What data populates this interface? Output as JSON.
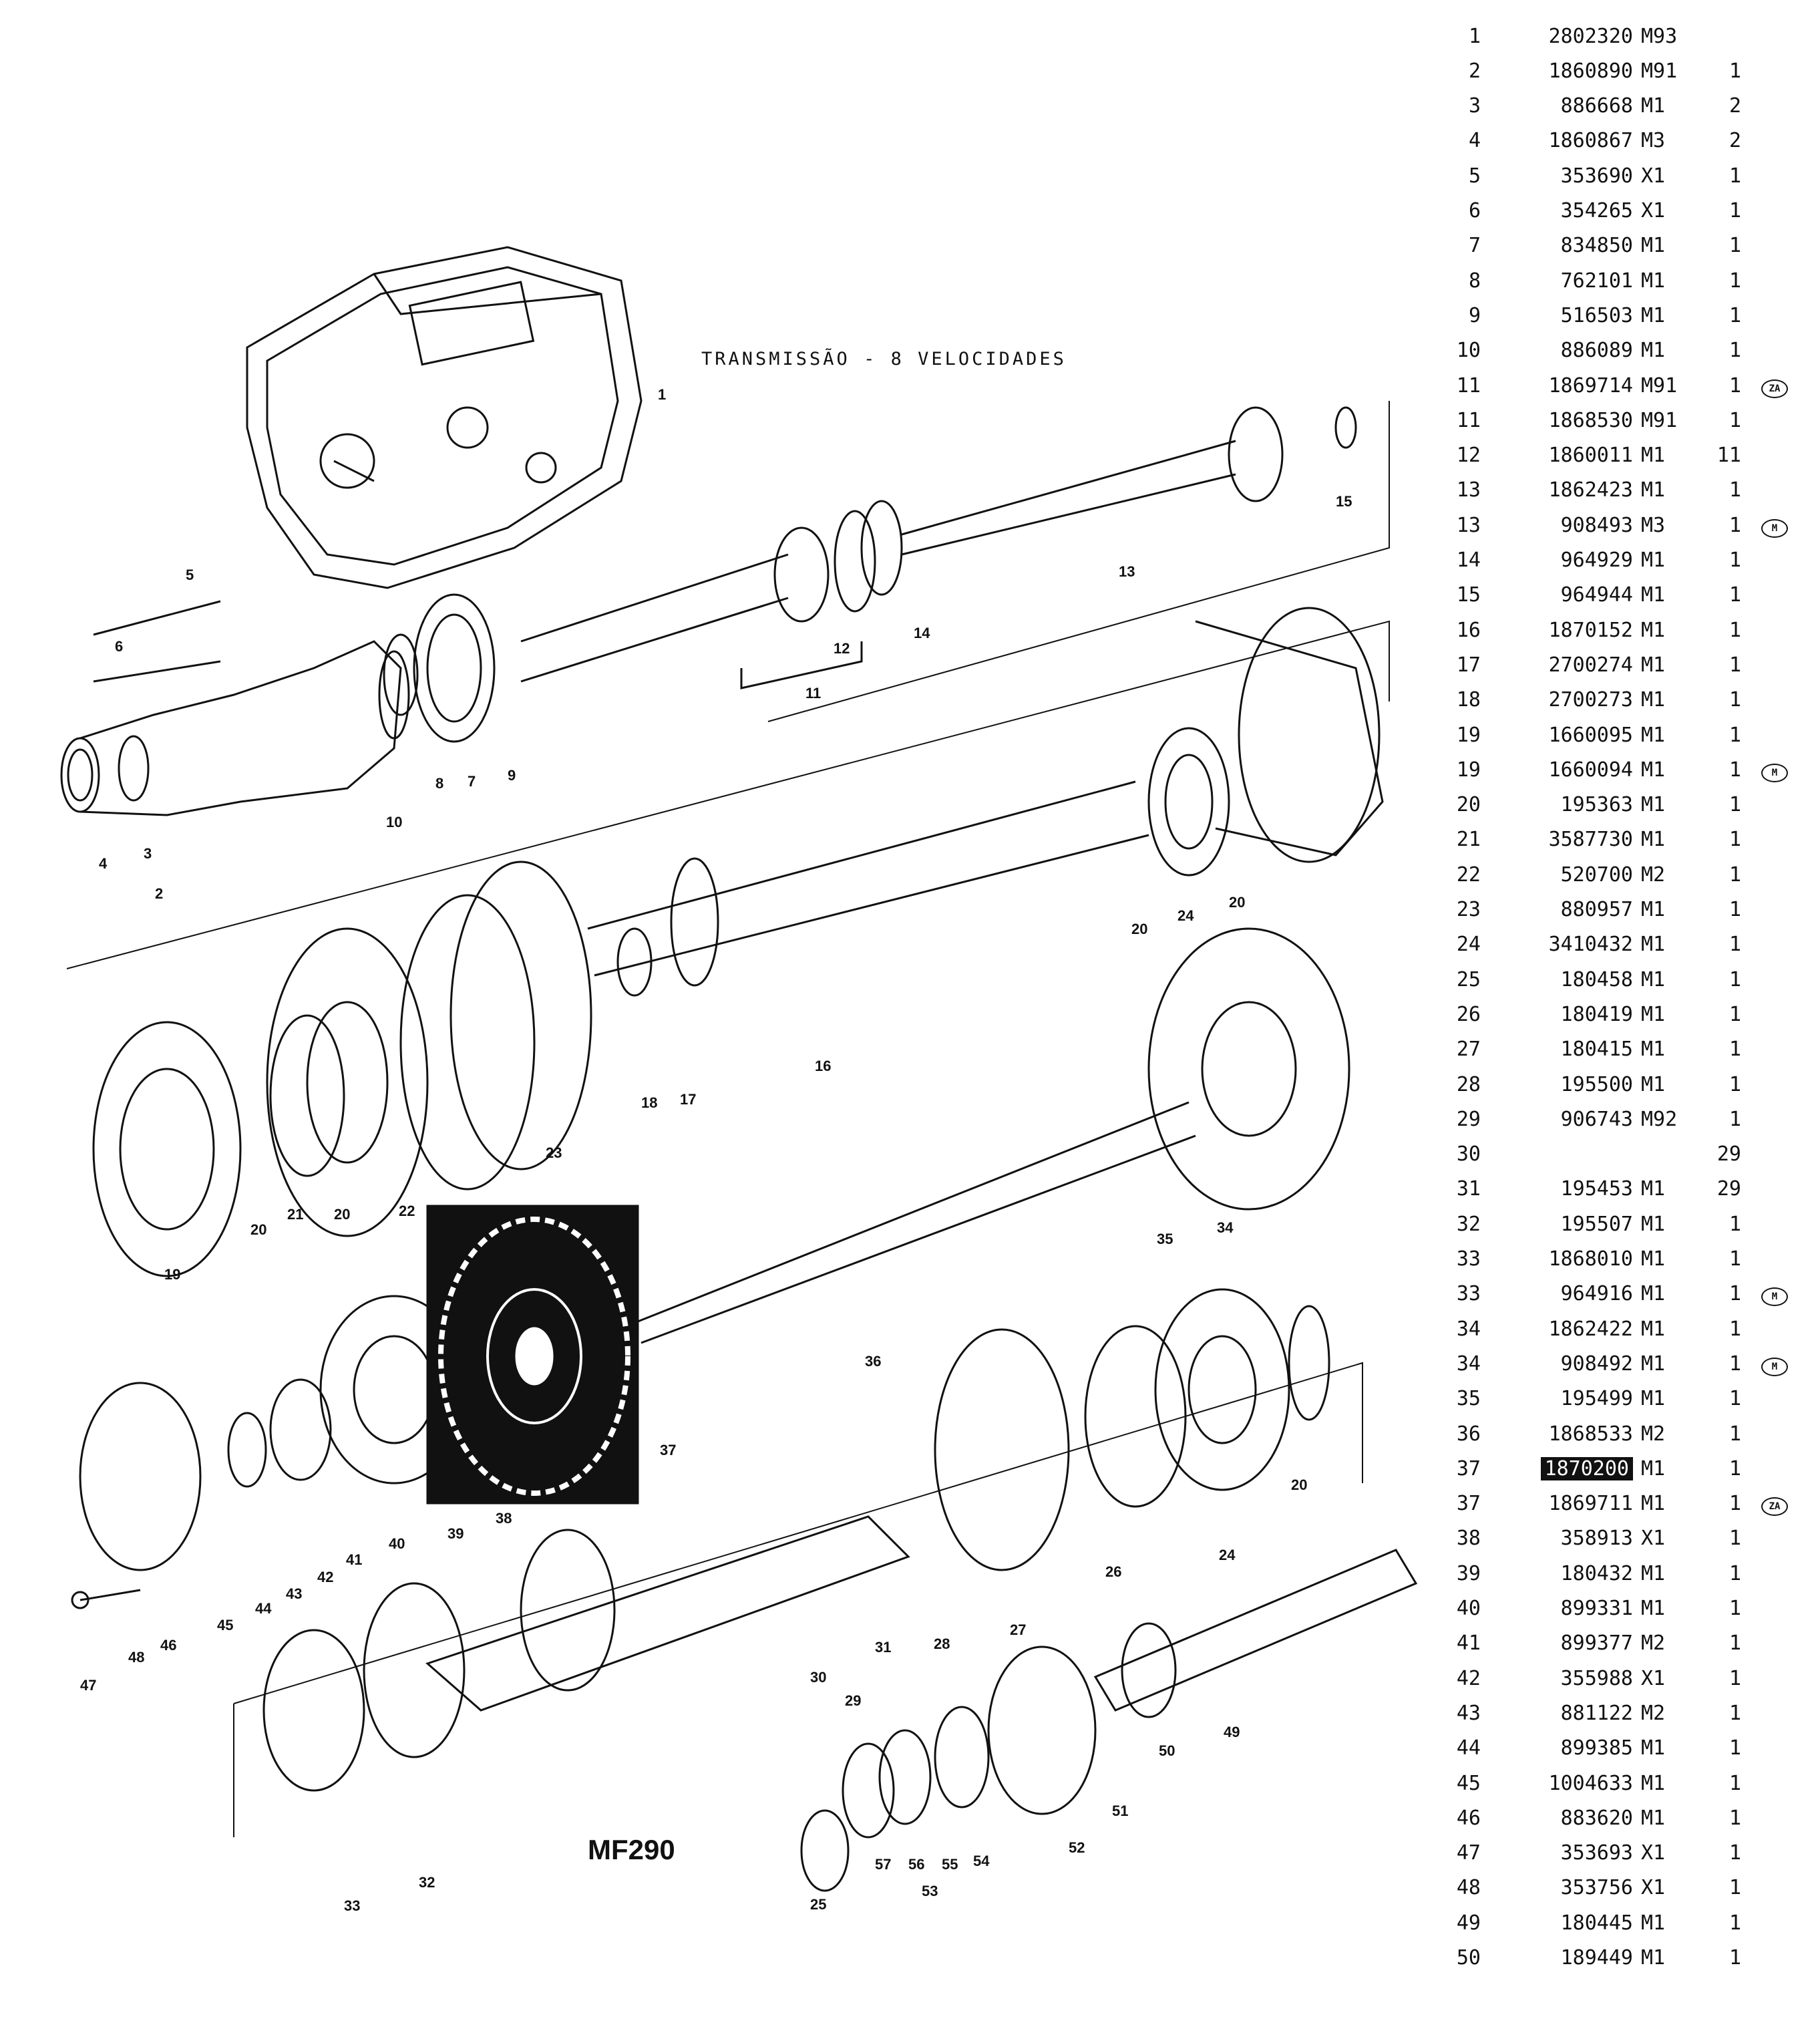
{
  "diagram": {
    "title": "TRANSMISSÃO - 8 VELOCIDADES",
    "model": "MF290",
    "callouts": [
      "1",
      "2",
      "3",
      "4",
      "5",
      "6",
      "7",
      "8",
      "9",
      "10",
      "11",
      "12",
      "13",
      "14",
      "15",
      "16",
      "17",
      "18",
      "19",
      "20",
      "20",
      "20",
      "20",
      "20",
      "21",
      "22",
      "23",
      "24",
      "24",
      "25",
      "26",
      "27",
      "28",
      "29",
      "30",
      "31",
      "32",
      "33",
      "34",
      "35",
      "36",
      "37",
      "38",
      "39",
      "40",
      "41",
      "42",
      "43",
      "44",
      "45",
      "46",
      "47",
      "48",
      "49",
      "50",
      "51",
      "52",
      "53",
      "54",
      "55",
      "56",
      "57"
    ]
  },
  "parts_list": [
    {
      "ref": "1",
      "part": "2802320",
      "code": "M93",
      "qty": "",
      "note": ""
    },
    {
      "ref": "2",
      "part": "1860890",
      "code": "M91",
      "qty": "1",
      "note": ""
    },
    {
      "ref": "3",
      "part": "886668",
      "code": "M1",
      "qty": "2",
      "note": ""
    },
    {
      "ref": "4",
      "part": "1860867",
      "code": "M3",
      "qty": "2",
      "note": ""
    },
    {
      "ref": "5",
      "part": "353690",
      "code": "X1",
      "qty": "1",
      "note": ""
    },
    {
      "ref": "6",
      "part": "354265",
      "code": "X1",
      "qty": "1",
      "note": ""
    },
    {
      "ref": "7",
      "part": "834850",
      "code": "M1",
      "qty": "1",
      "note": ""
    },
    {
      "ref": "8",
      "part": "762101",
      "code": "M1",
      "qty": "1",
      "note": ""
    },
    {
      "ref": "9",
      "part": "516503",
      "code": "M1",
      "qty": "1",
      "note": ""
    },
    {
      "ref": "10",
      "part": "886089",
      "code": "M1",
      "qty": "1",
      "note": ""
    },
    {
      "ref": "11",
      "part": "1869714",
      "code": "M91",
      "qty": "1",
      "note": "ZA"
    },
    {
      "ref": "11",
      "part": "1868530",
      "code": "M91",
      "qty": "1",
      "note": ""
    },
    {
      "ref": "12",
      "part": "1860011",
      "code": "M1",
      "qty": "11",
      "note": ""
    },
    {
      "ref": "13",
      "part": "1862423",
      "code": "M1",
      "qty": "1",
      "note": ""
    },
    {
      "ref": "13",
      "part": "908493",
      "code": "M3",
      "qty": "1",
      "note": "M"
    },
    {
      "ref": "14",
      "part": "964929",
      "code": "M1",
      "qty": "1",
      "note": ""
    },
    {
      "ref": "15",
      "part": "964944",
      "code": "M1",
      "qty": "1",
      "note": ""
    },
    {
      "ref": "16",
      "part": "1870152",
      "code": "M1",
      "qty": "1",
      "note": ""
    },
    {
      "ref": "17",
      "part": "2700274",
      "code": "M1",
      "qty": "1",
      "note": ""
    },
    {
      "ref": "18",
      "part": "2700273",
      "code": "M1",
      "qty": "1",
      "note": ""
    },
    {
      "ref": "19",
      "part": "1660095",
      "code": "M1",
      "qty": "1",
      "note": ""
    },
    {
      "ref": "19",
      "part": "1660094",
      "code": "M1",
      "qty": "1",
      "note": "M"
    },
    {
      "ref": "20",
      "part": "195363",
      "code": "M1",
      "qty": "1",
      "note": ""
    },
    {
      "ref": "21",
      "part": "3587730",
      "code": "M1",
      "qty": "1",
      "note": ""
    },
    {
      "ref": "22",
      "part": "520700",
      "code": "M2",
      "qty": "1",
      "note": ""
    },
    {
      "ref": "23",
      "part": "880957",
      "code": "M1",
      "qty": "1",
      "note": ""
    },
    {
      "ref": "24",
      "part": "3410432",
      "code": "M1",
      "qty": "1",
      "note": ""
    },
    {
      "ref": "25",
      "part": "180458",
      "code": "M1",
      "qty": "1",
      "note": ""
    },
    {
      "ref": "26",
      "part": "180419",
      "code": "M1",
      "qty": "1",
      "note": ""
    },
    {
      "ref": "27",
      "part": "180415",
      "code": "M1",
      "qty": "1",
      "note": ""
    },
    {
      "ref": "28",
      "part": "195500",
      "code": "M1",
      "qty": "1",
      "note": ""
    },
    {
      "ref": "29",
      "part": "906743",
      "code": "M92",
      "qty": "1",
      "note": ""
    },
    {
      "ref": "30",
      "part": "",
      "code": "",
      "qty": "29",
      "note": ""
    },
    {
      "ref": "31",
      "part": "195453",
      "code": "M1",
      "qty": "29",
      "note": ""
    },
    {
      "ref": "32",
      "part": "195507",
      "code": "M1",
      "qty": "1",
      "note": ""
    },
    {
      "ref": "33",
      "part": "1868010",
      "code": "M1",
      "qty": "1",
      "note": ""
    },
    {
      "ref": "33",
      "part": "964916",
      "code": "M1",
      "qty": "1",
      "note": "M"
    },
    {
      "ref": "34",
      "part": "1862422",
      "code": "M1",
      "qty": "1",
      "note": ""
    },
    {
      "ref": "34",
      "part": "908492",
      "code": "M1",
      "qty": "1",
      "note": "M"
    },
    {
      "ref": "35",
      "part": "195499",
      "code": "M1",
      "qty": "1",
      "note": ""
    },
    {
      "ref": "36",
      "part": "1868533",
      "code": "M2",
      "qty": "1",
      "note": ""
    },
    {
      "ref": "37",
      "part": "1870200",
      "code": "M1",
      "qty": "1",
      "note": ""
    },
    {
      "ref": "37",
      "part": "1869711",
      "code": "M1",
      "qty": "1",
      "note": "ZA"
    },
    {
      "ref": "38",
      "part": "358913",
      "code": "X1",
      "qty": "1",
      "note": ""
    },
    {
      "ref": "39",
      "part": "180432",
      "code": "M1",
      "qty": "1",
      "note": ""
    },
    {
      "ref": "40",
      "part": "899331",
      "code": "M1",
      "qty": "1",
      "note": ""
    },
    {
      "ref": "41",
      "part": "899377",
      "code": "M2",
      "qty": "1",
      "note": ""
    },
    {
      "ref": "42",
      "part": "355988",
      "code": "X1",
      "qty": "1",
      "note": ""
    },
    {
      "ref": "43",
      "part": "881122",
      "code": "M2",
      "qty": "1",
      "note": ""
    },
    {
      "ref": "44",
      "part": "899385",
      "code": "M1",
      "qty": "1",
      "note": ""
    },
    {
      "ref": "45",
      "part": "1004633",
      "code": "M1",
      "qty": "1",
      "note": ""
    },
    {
      "ref": "46",
      "part": "883620",
      "code": "M1",
      "qty": "1",
      "note": ""
    },
    {
      "ref": "47",
      "part": "353693",
      "code": "X1",
      "qty": "1",
      "note": ""
    },
    {
      "ref": "48",
      "part": "353756",
      "code": "X1",
      "qty": "1",
      "note": ""
    },
    {
      "ref": "49",
      "part": "180445",
      "code": "M1",
      "qty": "1",
      "note": ""
    },
    {
      "ref": "50",
      "part": "189449",
      "code": "M1",
      "qty": "1",
      "note": ""
    }
  ],
  "highlight_part": "1870200"
}
